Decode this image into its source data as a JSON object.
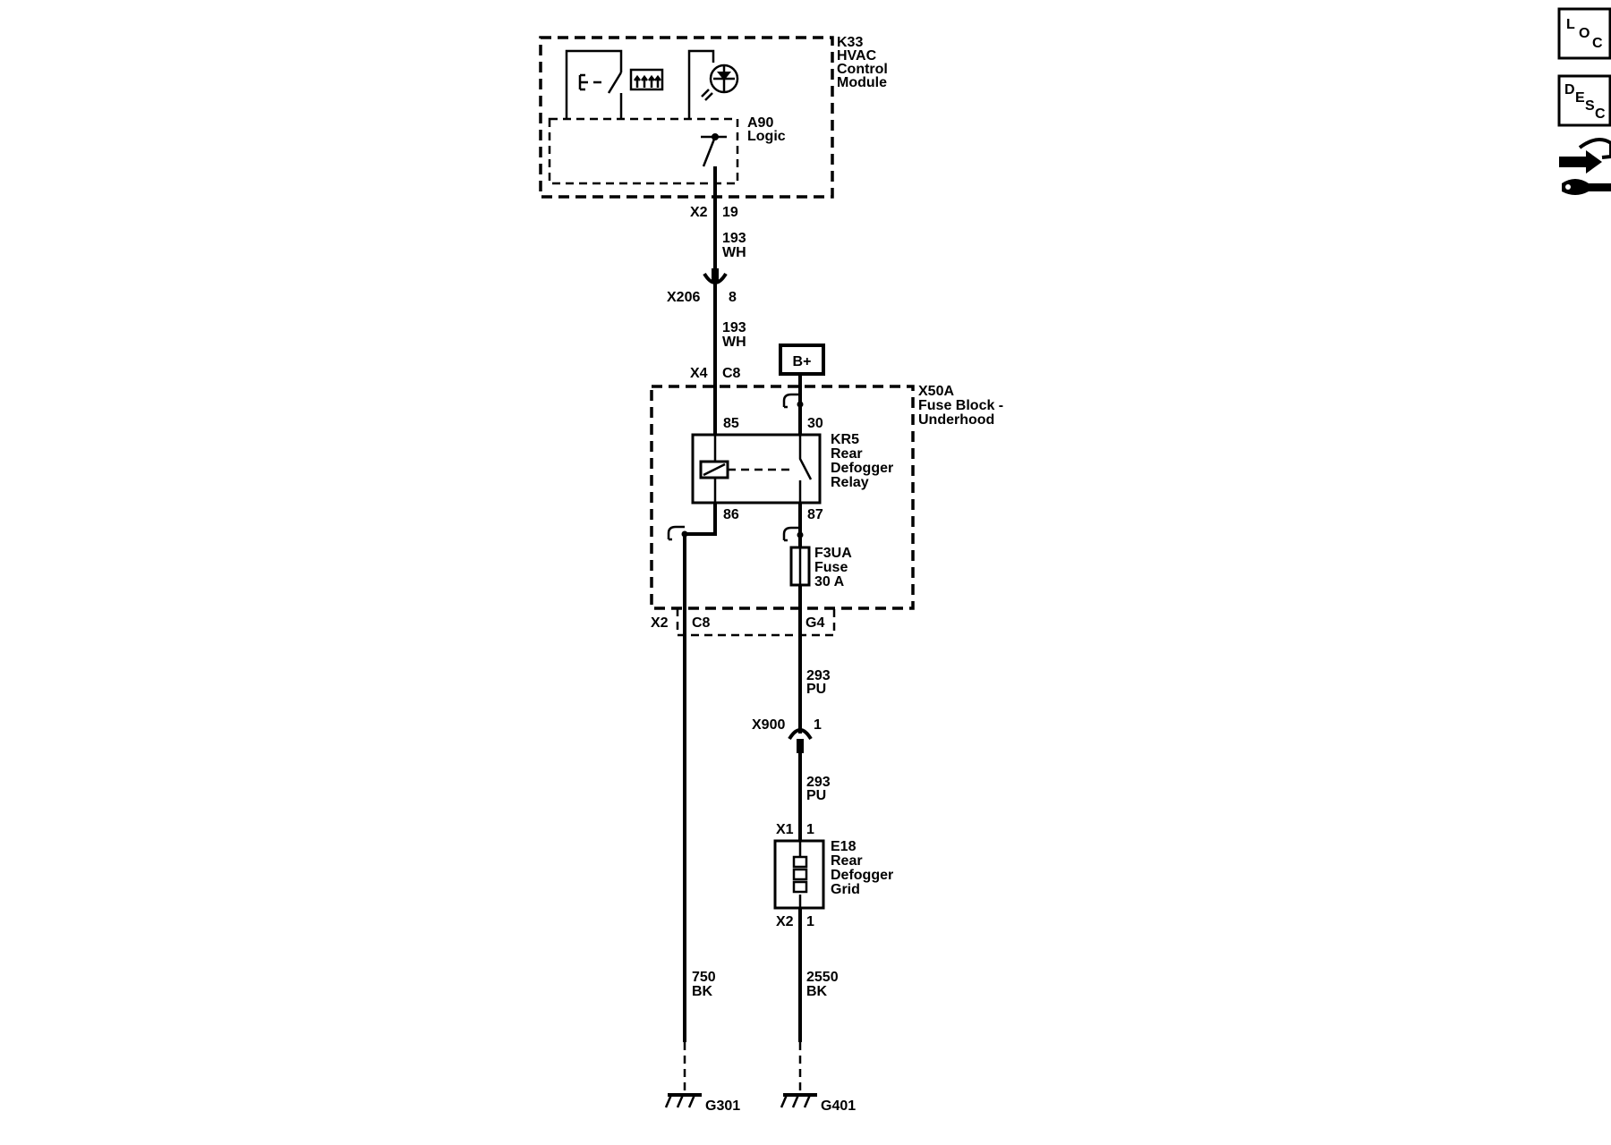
{
  "hvac_module": {
    "id": "K33",
    "name_lines": [
      "HVAC",
      "Control",
      "Module"
    ]
  },
  "logic": {
    "id": "A90",
    "name": "Logic"
  },
  "conn_x2_top": {
    "connector": "X2",
    "pin": "19"
  },
  "wire_193_a": {
    "circuit": "193",
    "color": "WH"
  },
  "inline_x206": {
    "connector": "X206",
    "pin": "8"
  },
  "wire_193_b": {
    "circuit": "193",
    "color": "WH"
  },
  "conn_x4": {
    "connector": "X4",
    "pin": "C8"
  },
  "battery": {
    "label": "B+"
  },
  "fuse_block": {
    "id": "X50A",
    "name_lines": [
      "Fuse Block -",
      "Underhood"
    ]
  },
  "relay": {
    "id": "KR5",
    "name_lines": [
      "Rear",
      "Defogger",
      "Relay"
    ],
    "pins": {
      "p85": "85",
      "p86": "86",
      "p30": "30",
      "p87": "87"
    }
  },
  "fuse": {
    "id": "F3UA",
    "name": "Fuse",
    "rating": "30 A"
  },
  "conn_x2_bottom": {
    "connector": "X2",
    "pin_left": "C8",
    "pin_right": "G4"
  },
  "wire_293_a": {
    "circuit": "293",
    "color": "PU"
  },
  "inline_x900": {
    "connector": "X900",
    "pin": "1"
  },
  "wire_293_b": {
    "circuit": "293",
    "color": "PU"
  },
  "defogger_grid": {
    "id": "E18",
    "name_lines": [
      "Rear",
      "Defogger",
      "Grid"
    ],
    "top_connector": "X1",
    "top_pin": "1",
    "bottom_connector": "X2",
    "bottom_pin": "1"
  },
  "wire_750": {
    "circuit": "750",
    "color": "BK"
  },
  "wire_2550": {
    "circuit": "2550",
    "color": "BK"
  },
  "grounds": {
    "left": "G301",
    "right": "G401"
  },
  "nav_icons": {
    "loc": {
      "letters": [
        "L",
        "O",
        "C"
      ]
    },
    "desc": {
      "letters": [
        "D",
        "E",
        "S",
        "C"
      ]
    },
    "connector_icon": "connector-hand-icon"
  }
}
